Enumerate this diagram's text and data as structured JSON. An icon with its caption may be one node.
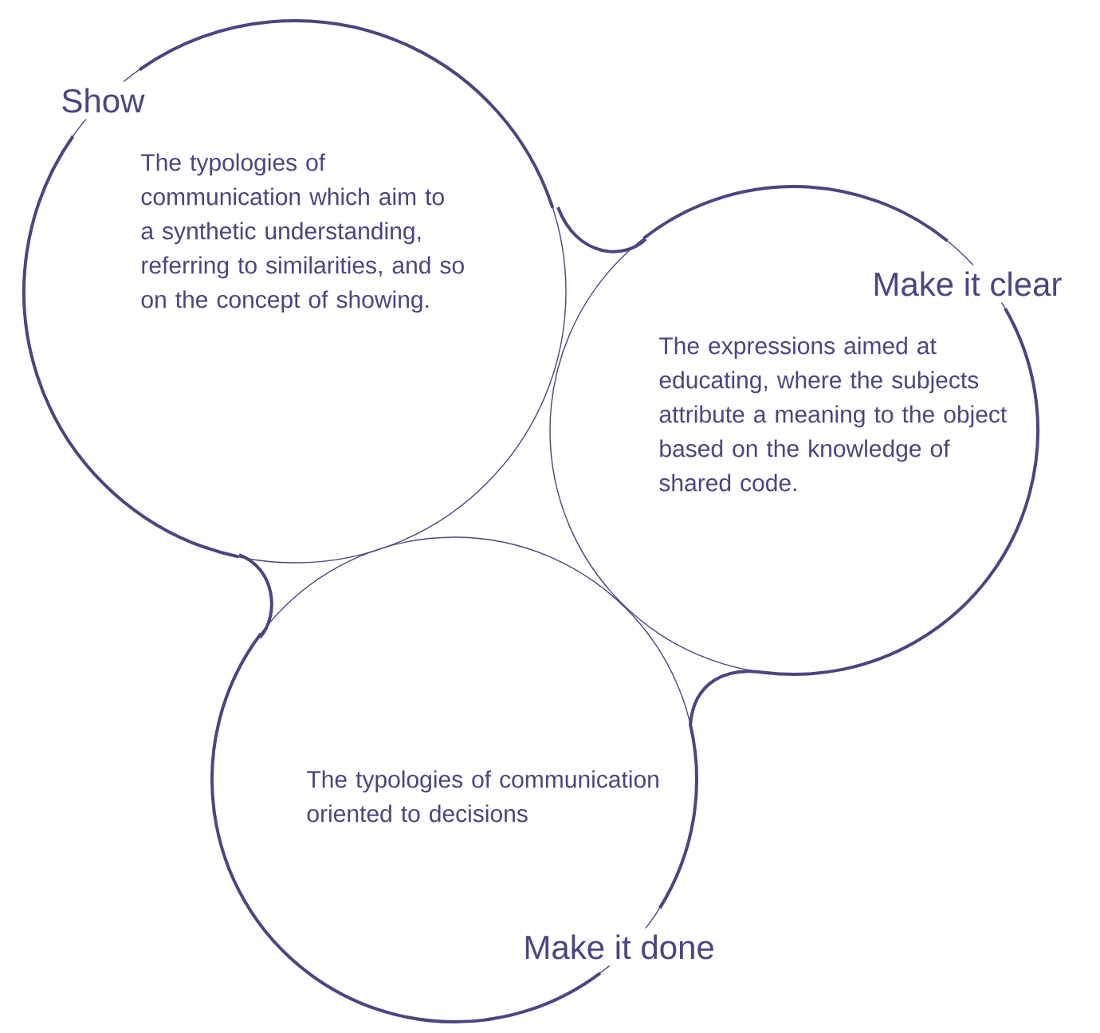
{
  "diagram": {
    "nodes": [
      {
        "text": [
          "Show",
          "The typologies of communication which aim to a synthetic understanding, referring to similarities, and so on the concept of showing."
        ]
      },
      {
        "text": [
          "Make it clear",
          "The expressions aimed at educating, where the subjects attribute a meaning to the object based on the knowledge of shared code."
        ]
      },
      {
        "text": [
          "The typologies of communication oriented to decisions",
          "Make it done"
        ]
      }
    ]
  }
}
